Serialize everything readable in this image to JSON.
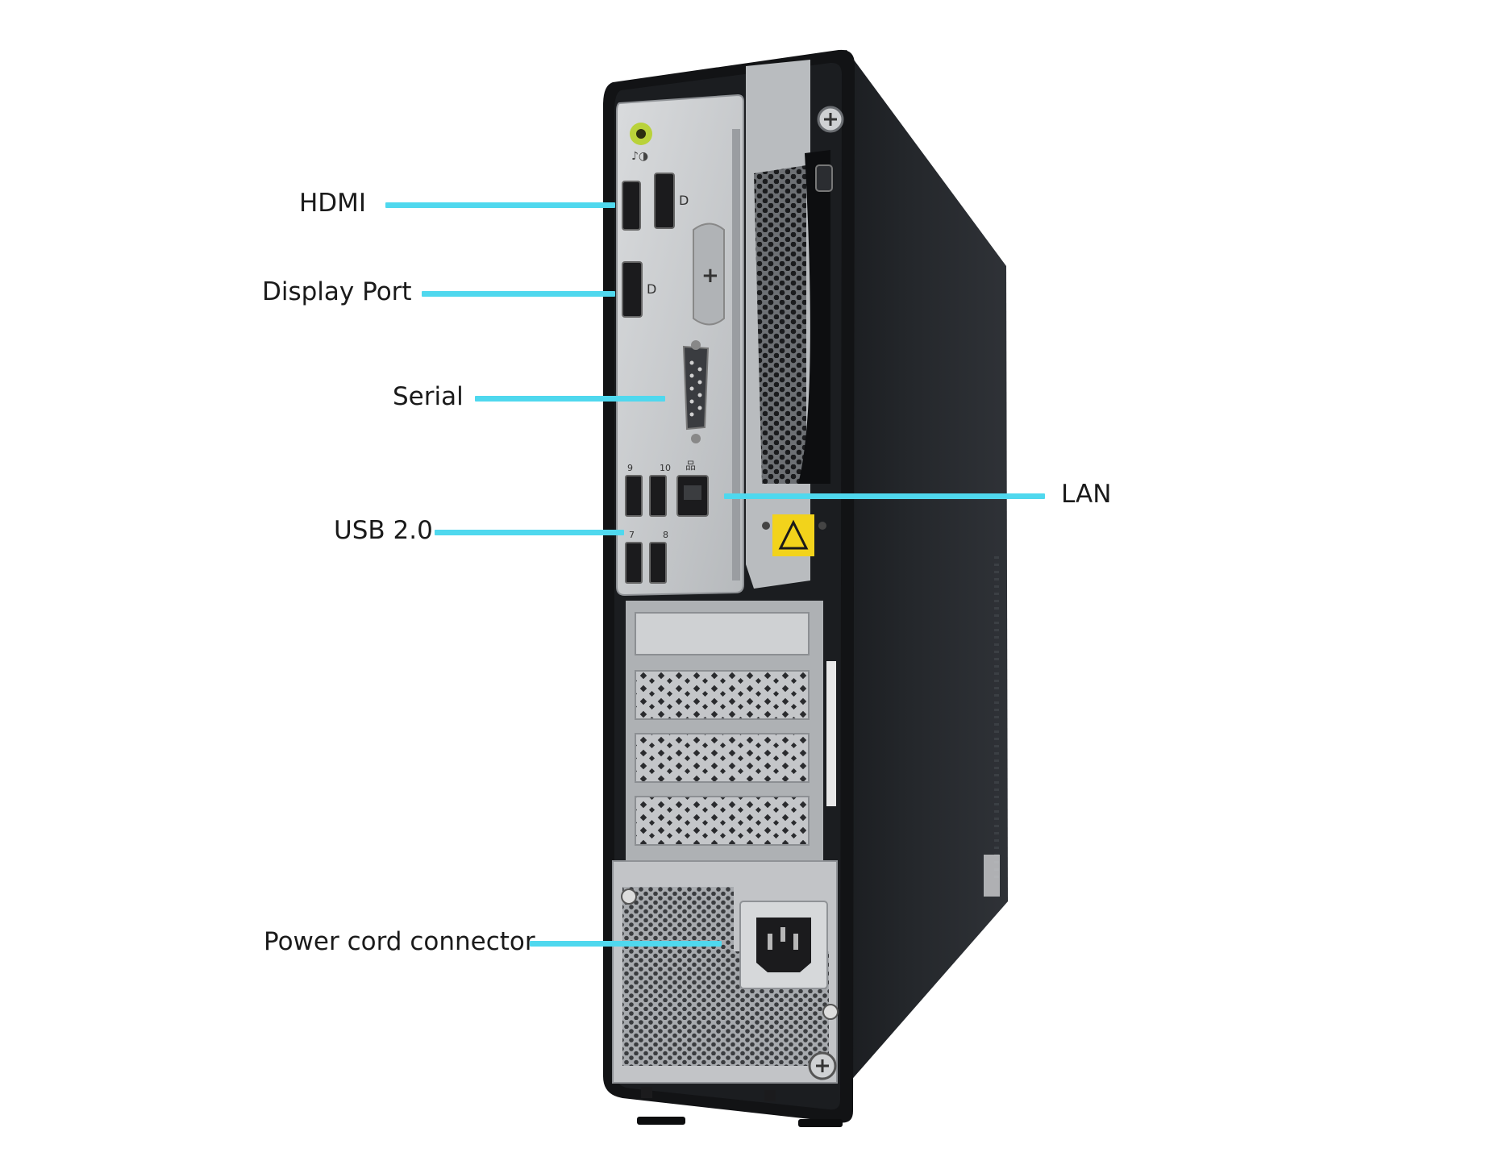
{
  "colors": {
    "leader_line": "#4fd8ee",
    "chassis_dark": "#15171a",
    "chassis_side": "#1f2226",
    "io_plate": "#c9cbcd",
    "io_plate_shadow": "#9a9da1",
    "port_black": "#1b1b1d",
    "audio_jack": "#b9d23a",
    "warning_yellow": "#f2d31b",
    "psu_grille": "#8b8e92"
  },
  "callouts": {
    "hdmi": {
      "label": "HDMI"
    },
    "display_port": {
      "label": "Display Port"
    },
    "serial": {
      "label": "Serial"
    },
    "usb": {
      "label": "USB 2.0"
    },
    "lan": {
      "label": "LAN"
    },
    "power": {
      "label": "Power cord connector"
    }
  },
  "port_markings": {
    "usb_top_left": "9",
    "usb_top_right": "10",
    "usb_bottom_left": "7",
    "usb_bottom_right": "8"
  }
}
